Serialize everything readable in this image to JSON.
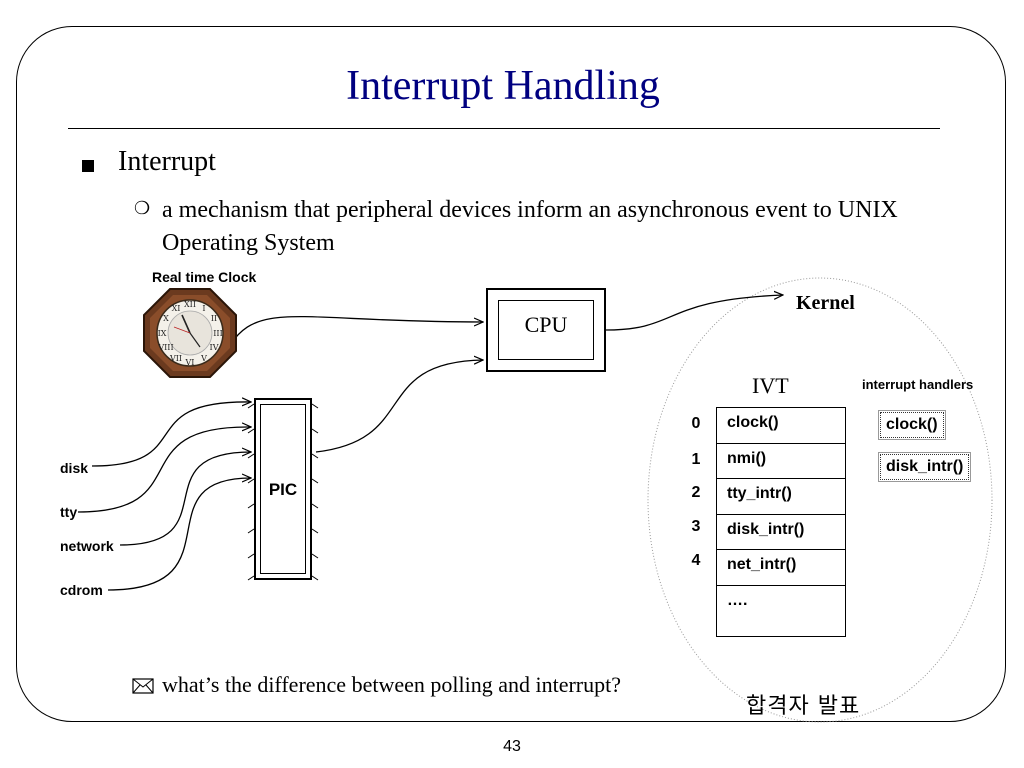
{
  "slide": {
    "title": "Interrupt Handling",
    "bullet_level1": "Interrupt",
    "bullet_level2": "a mechanism that peripheral devices inform an asynchronous event to UNIX Operating System",
    "question": "what’s the difference between polling and interrupt?",
    "footer_korean": "합격자 발표",
    "page_number": "43"
  },
  "diagram": {
    "clock_label": "Real time Clock",
    "cpu_label": "CPU",
    "pic_label": "PIC",
    "kernel_label": "Kernel",
    "ivt_label": "IVT",
    "handlers_label": "interrupt handlers",
    "devices": [
      "disk",
      "tty",
      "network",
      "cdrom"
    ],
    "ivt_indices": [
      "0",
      "1",
      "2",
      "3",
      "4"
    ],
    "ivt_entries": [
      "clock()",
      "nmi()",
      "tty_intr()",
      "disk_intr()",
      "net_intr()",
      "…."
    ],
    "handlers": [
      "clock()",
      "disk_intr()"
    ]
  },
  "colors": {
    "title": "#000080",
    "clock_wood": "#6b3a1f"
  }
}
